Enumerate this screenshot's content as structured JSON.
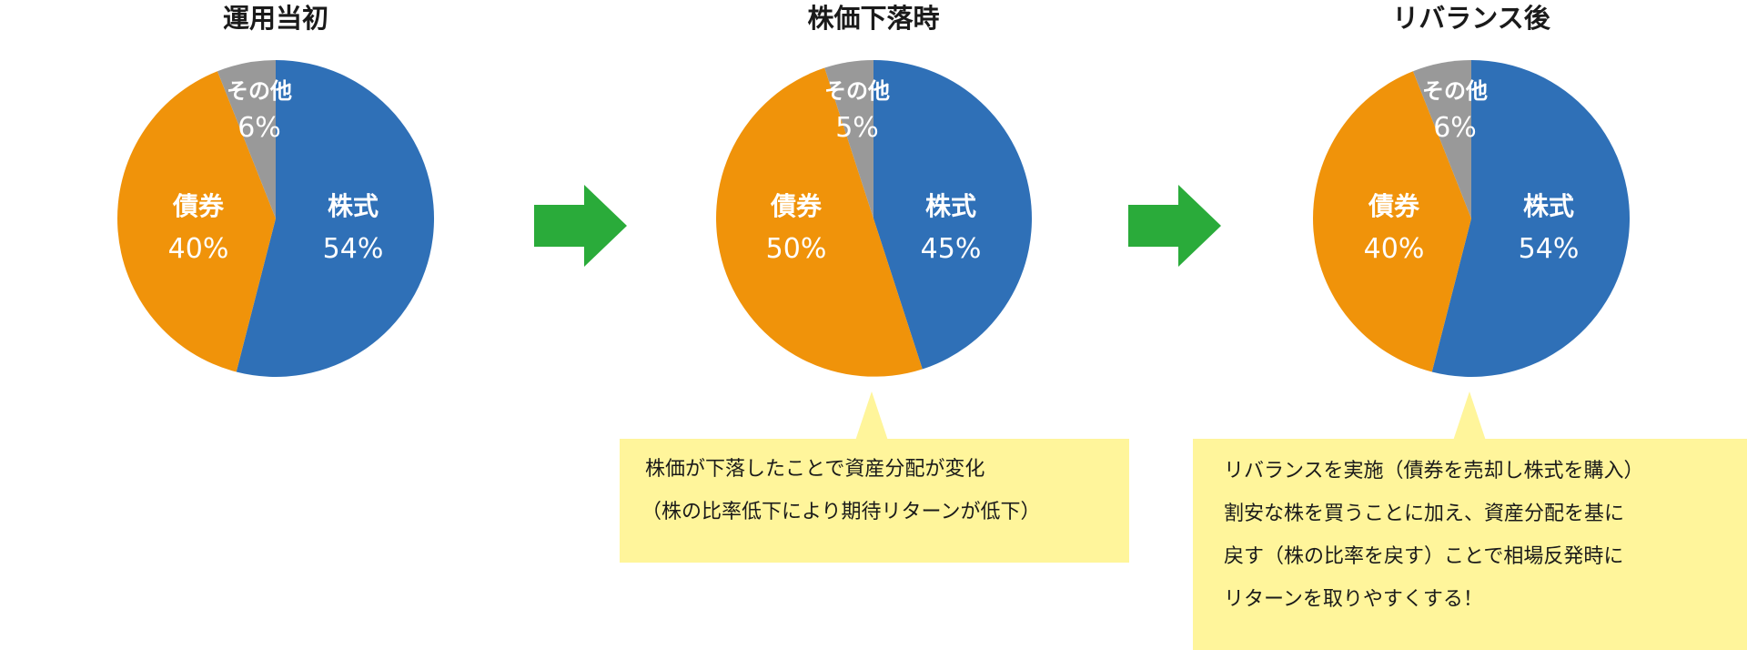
{
  "chart_data": [
    {
      "type": "pie",
      "title": "運用当初",
      "slices": [
        {
          "label": "株式",
          "value": 54,
          "display": "54%",
          "color": "#2f70b7"
        },
        {
          "label": "債券",
          "value": 40,
          "display": "40%",
          "color": "#f0930a"
        },
        {
          "label": "その他",
          "value": 6,
          "display": "6%",
          "color": "#999999"
        }
      ]
    },
    {
      "type": "pie",
      "title": "株価下落時",
      "slices": [
        {
          "label": "株式",
          "value": 45,
          "display": "45%",
          "color": "#2f70b7"
        },
        {
          "label": "債券",
          "value": 50,
          "display": "50%",
          "color": "#f0930a"
        },
        {
          "label": "その他",
          "value": 5,
          "display": "5%",
          "color": "#999999"
        }
      ]
    },
    {
      "type": "pie",
      "title": "リバランス後",
      "slices": [
        {
          "label": "株式",
          "value": 54,
          "display": "54%",
          "color": "#2f70b7"
        },
        {
          "label": "債券",
          "value": 40,
          "display": "40%",
          "color": "#f0930a"
        },
        {
          "label": "その他",
          "value": 6,
          "display": "6%",
          "color": "#999999"
        }
      ]
    }
  ],
  "arrow_color": "#2aab3a",
  "callout_color": "#fff59b",
  "callouts": [
    {
      "lines": [
        "株価が下落したことで資産分配が変化",
        "（株の比率低下により期待リターンが低下）"
      ]
    },
    {
      "lines": [
        "リバランスを実施（債券を売却し株式を購入）",
        "割安な株を買うことに加え、資産分配を基に",
        "戻す（株の比率を戻す）ことで相場反発時に",
        "リターンを取りやすくする！"
      ]
    }
  ]
}
